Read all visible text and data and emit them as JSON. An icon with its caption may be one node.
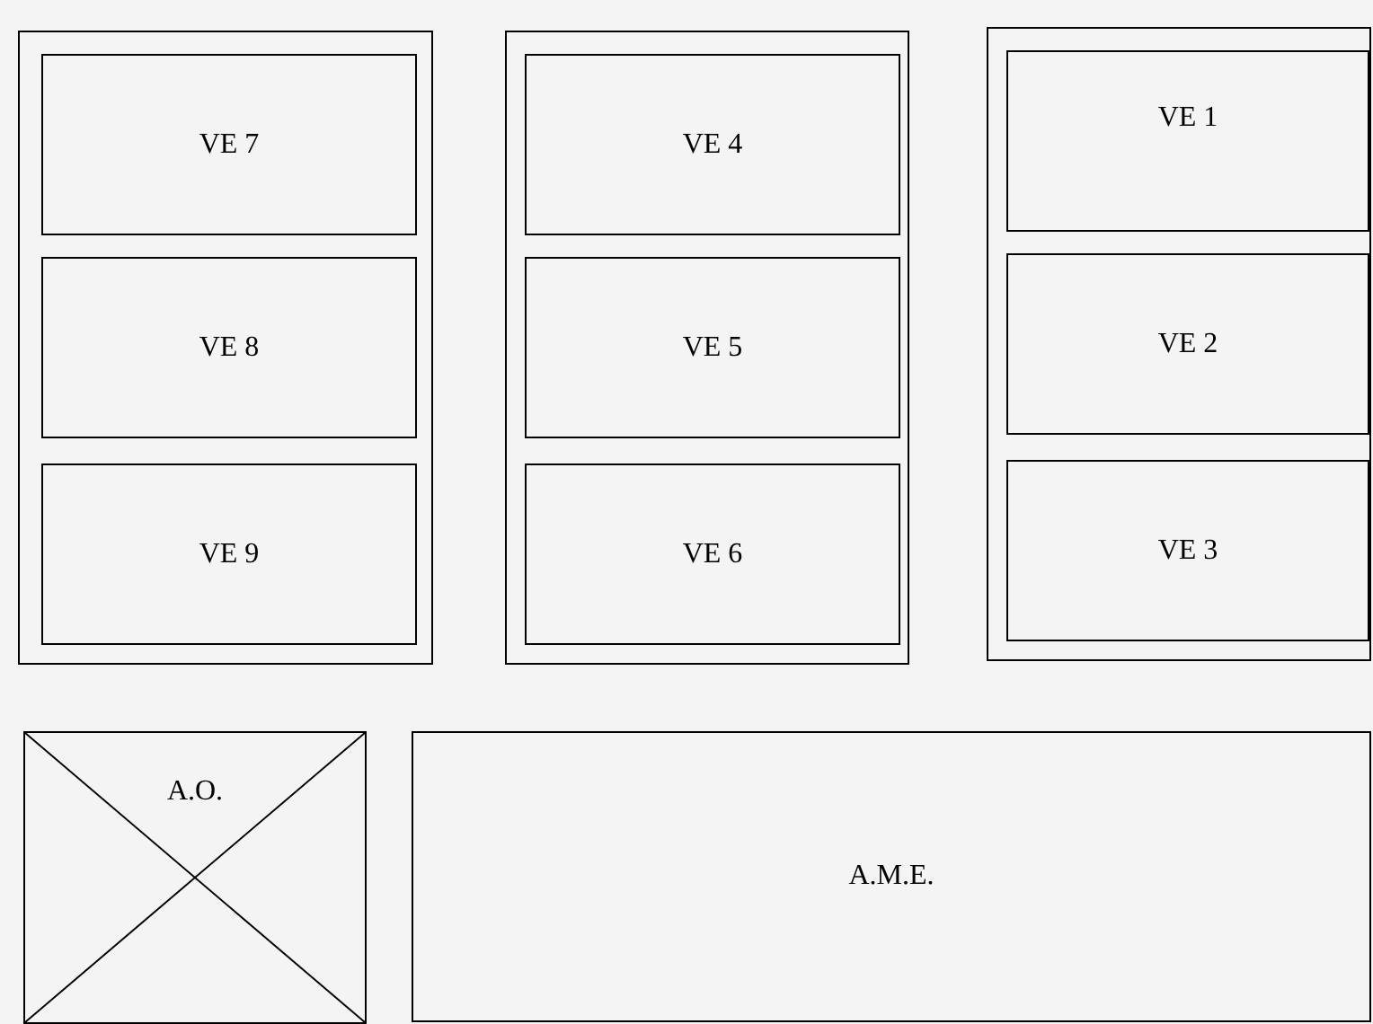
{
  "diagram": {
    "nodes": [
      {
        "text": [],
        "shape": "box"
      },
      {
        "text": [
          "VE 7"
        ],
        "in": 0
      },
      {
        "text": [
          "VE 8"
        ],
        "in": 0
      },
      {
        "text": [
          "VE 9"
        ],
        "in": 0
      },
      {
        "text": [],
        "shape": "box"
      },
      {
        "text": [
          "VE 4"
        ],
        "in": 4
      },
      {
        "text": [
          "VE 5"
        ],
        "in": 4
      },
      {
        "text": [
          "VE 6"
        ],
        "in": 4
      },
      {
        "text": [],
        "shape": "box"
      },
      {
        "text": [
          "VE 1"
        ],
        "in": 8
      },
      {
        "text": [
          "VE 2"
        ],
        "in": 8
      },
      {
        "text": [
          "VE 3"
        ],
        "in": 8
      },
      {
        "text": [
          "A.O."
        ]
      },
      {
        "text": [
          "A.M.E."
        ]
      }
    ],
    "edges": []
  }
}
